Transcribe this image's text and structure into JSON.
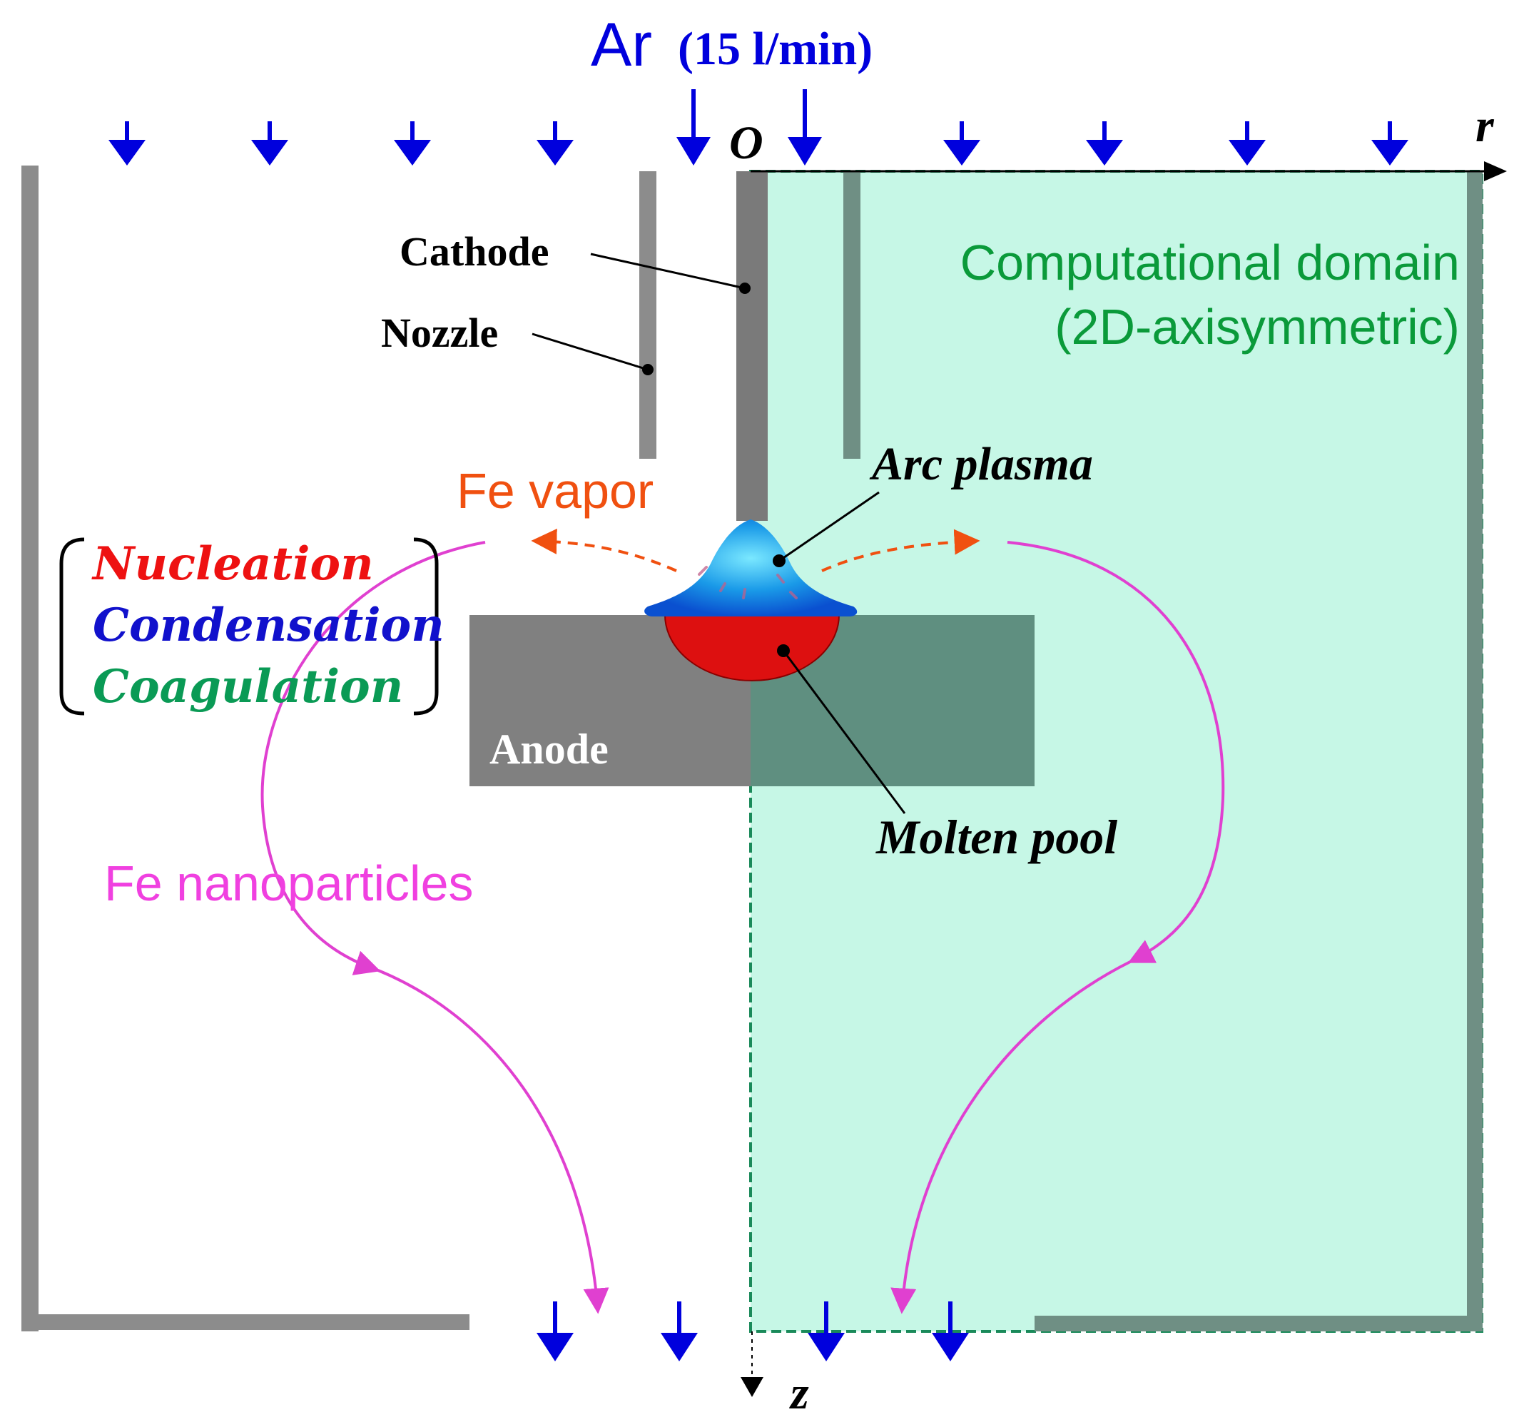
{
  "gas": {
    "species": "Ar",
    "flow": "(15 l/min)"
  },
  "axes": {
    "origin": "O",
    "r": "r",
    "z": "z"
  },
  "labels": {
    "cathode": "Cathode",
    "nozzle": "Nozzle",
    "anode": "Anode",
    "arc_plasma": "Arc plasma",
    "molten_pool": "Molten pool",
    "fe_vapor": "Fe vapor",
    "fe_nanoparticles": "Fe nanoparticles",
    "domain_line1": "Computational domain",
    "domain_line2": "(2D-axisymmetric)"
  },
  "processes": [
    "Nucleation",
    "Condensation",
    "Coagulation"
  ],
  "colors": {
    "gas_arrow": "#0000dd",
    "wall": "#8c8c8c",
    "anode": "#808080",
    "domain_fill": "#c6f7e6",
    "domain_border": "#1a8a5a",
    "domain_text": "#0a9a3a",
    "vapor": "#f05010",
    "nanoparticle_path": "#e040d0",
    "nanoparticle_text": "#f040e0",
    "molten_pool": "#dd1010",
    "plasma": "#1a8ae0",
    "nucleation": "#ee1111",
    "condensation": "#1111cc",
    "coagulation": "#0a9a55"
  }
}
